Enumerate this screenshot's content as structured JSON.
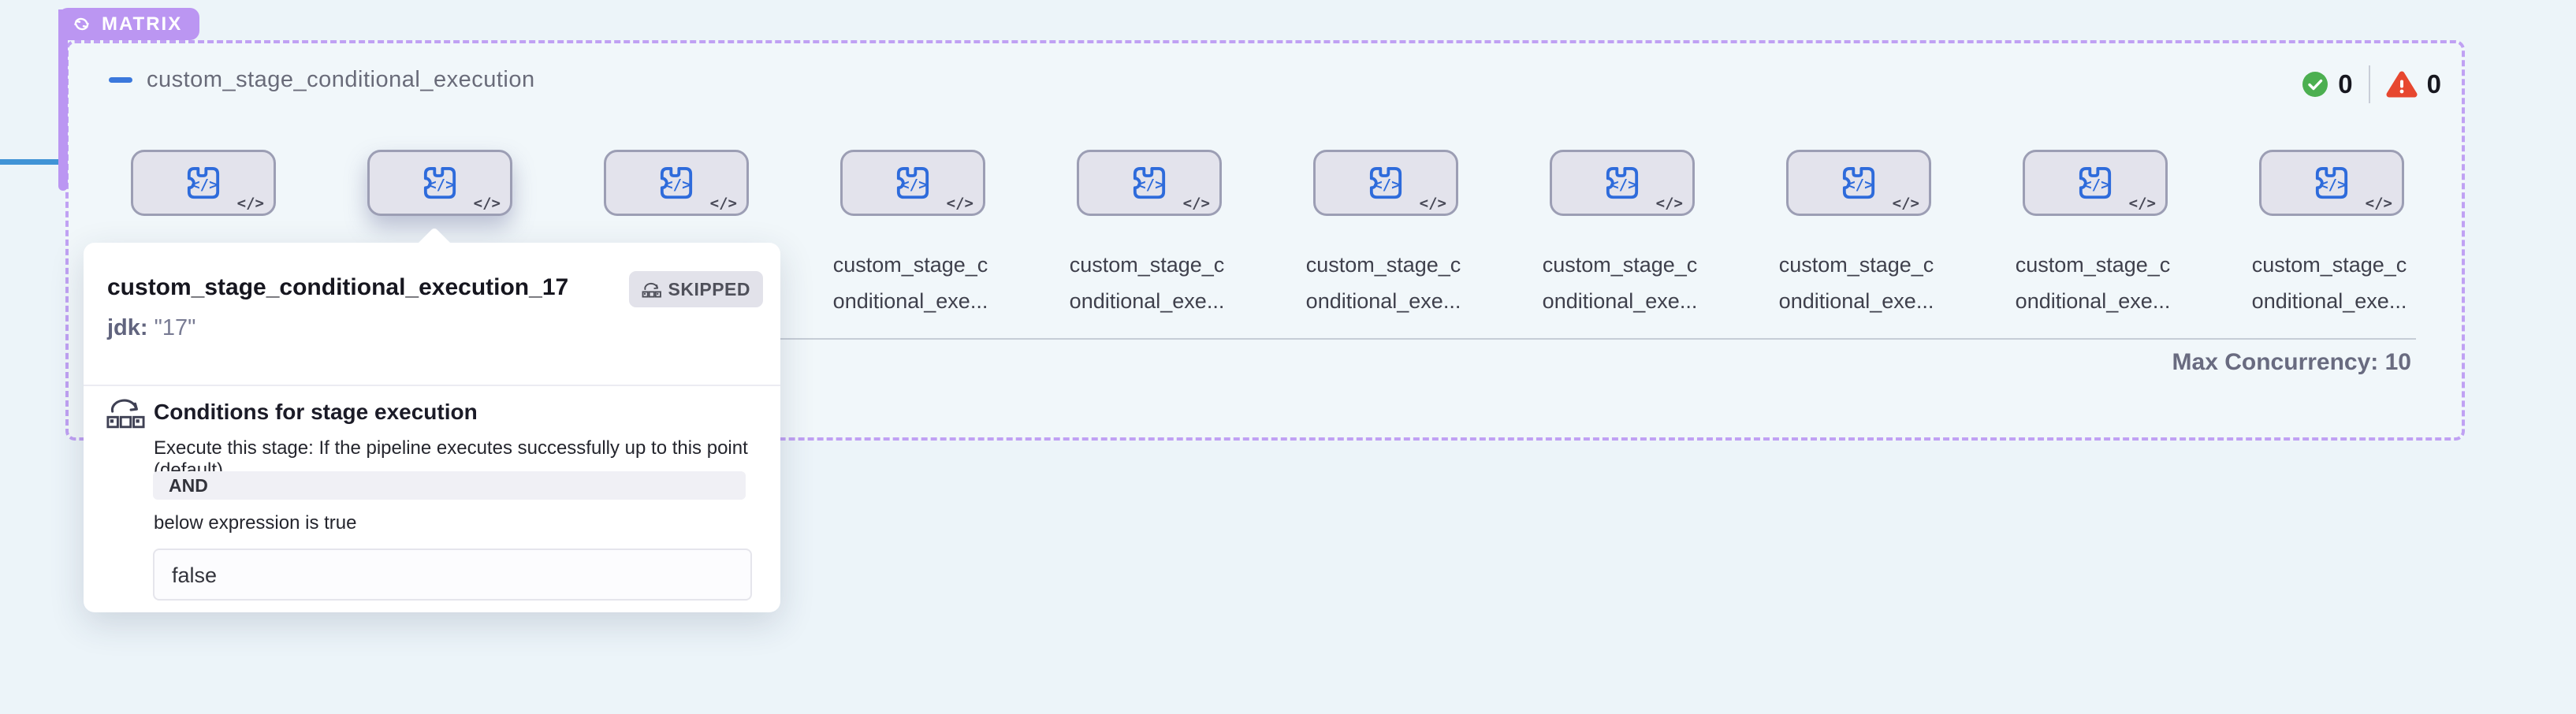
{
  "matrix_badge": {
    "label": "MATRIX"
  },
  "group": {
    "title": "custom_stage_conditional_execution",
    "success_count": "0",
    "failed_count": "0",
    "max_concurrency": "Max Concurrency: 10"
  },
  "stages": {
    "count": 10,
    "hovered_index": 1,
    "label_line1": "custom_stage_c",
    "label_line2": "onditional_exe...",
    "code_glyph": "</>"
  },
  "popover": {
    "title": "custom_stage_conditional_execution_17",
    "status": "SKIPPED",
    "jdk_label": "jdk:",
    "jdk_value": "\"17\"",
    "conditions_title": "Conditions for stage execution",
    "conditions_desc": "Execute this stage: If the pipeline executes successfully up to this point (default)",
    "operator": "AND",
    "expression_hint": "below expression is true",
    "expression_value": "false"
  },
  "colors": {
    "accent_purple": "#bb96f2",
    "dashed_border": "#c0a1f3",
    "stage_icon_blue": "#2e6bdb",
    "connector_blue": "#4093d6",
    "success_green": "#4caf50",
    "error_red": "#e7472f",
    "page_bg": "#ecf4f9"
  }
}
